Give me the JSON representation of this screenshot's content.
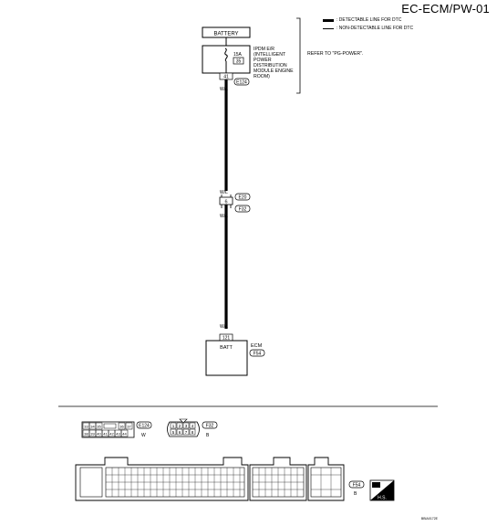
{
  "header": {
    "title": "EC-ECM/PW-01"
  },
  "legend": {
    "detectable": ": DETECTABLE LINE FOR DTC",
    "non_detectable": ": NON-DETECTABLE LINE FOR DTC"
  },
  "battery": {
    "label": "BATTERY"
  },
  "ipdm": {
    "fuse_amp": "15A",
    "fuse_no": "35",
    "desc": [
      "IPDM E/R",
      "(INTELLIGENT",
      "POWER",
      "DISTRIBUTION",
      "MODULE ENGINE",
      "ROOM)"
    ],
    "pin": "41",
    "connector": "E124"
  },
  "refer": {
    "text": "REFER TO \"PG-POWER\"."
  },
  "wires": {
    "w1": "W/L",
    "w2": "W/L",
    "w3": "W/L",
    "w4": "W/L"
  },
  "joint": {
    "pin": "6",
    "conn_top": "E20",
    "conn_bottom": "F32"
  },
  "ecm": {
    "pin": "121",
    "label": "BATT",
    "name": "ECM",
    "connector": "F54"
  },
  "connectors": {
    "e124": {
      "id": "E124",
      "color": "W",
      "row1": [
        "33",
        "34",
        "35",
        "",
        "36",
        "37"
      ],
      "row2": [
        "38",
        "39",
        "40",
        "41",
        "42",
        "43",
        "44"
      ]
    },
    "f32": {
      "id": "F32",
      "color": "B",
      "row1": [
        "1",
        "2",
        "3",
        "4"
      ],
      "row2": [
        "5",
        "6",
        "7",
        "8"
      ]
    },
    "f54": {
      "id": "F54",
      "color": "B"
    }
  },
  "hs": {
    "label": "H.S."
  },
  "figure_id": "BBIA0172E"
}
